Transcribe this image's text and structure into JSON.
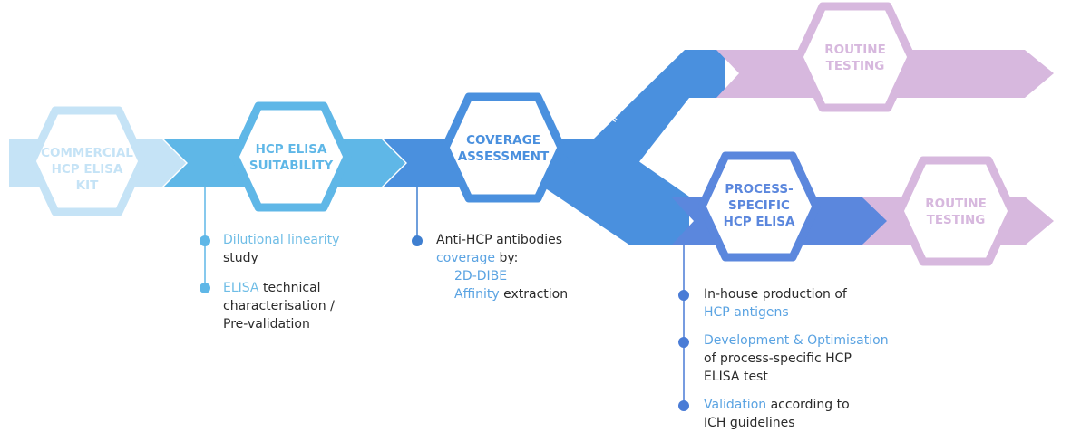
{
  "colors": {
    "commercial": "#c5e3f6",
    "suitability": "#5fb7e7",
    "coverage": "#4a90de",
    "process_specific": "#5b87dd",
    "routine": "#d7b8de",
    "bullet_suitability": "#5fb7e7",
    "bullet_coverage": "#3f7fd0",
    "bullet_process": "#4a7cd6"
  },
  "steps": {
    "commercial": [
      "COMMERCIAL",
      "HCP ELISA",
      "KIT"
    ],
    "suitability": [
      "HCP ELISA",
      "SUITABILITY"
    ],
    "coverage": [
      "COVERAGE",
      "ASSESSMENT"
    ],
    "routine_top": [
      "ROUTINE",
      "TESTING"
    ],
    "process_specific": [
      "PROCESS-",
      "SPECIFIC",
      "HCP ELISA"
    ],
    "routine_bottom": [
      "ROUTINE",
      "TESTING"
    ]
  },
  "branch_label": "If suitable",
  "notes": {
    "suitability": {
      "item1": {
        "hl": "Dilutional linearity",
        "rest": "study"
      },
      "item2": {
        "hl": "ELISA",
        "rest": " technical",
        "line2": "characterisation /",
        "line3": "Pre-validation"
      }
    },
    "coverage": {
      "line1": "Anti-HCP antibodies",
      "hl": "coverage",
      "rest": " by:",
      "sub1": "2D-DIBE",
      "sub2_hl": "Affinity",
      "sub2_rest": " extraction"
    },
    "process": {
      "item1": {
        "line1": "In-house production of",
        "hl": "HCP antigens"
      },
      "item2": {
        "hl": "Development & Optimisation",
        "line2": "of process-specific HCP",
        "line3": "ELISA test"
      },
      "item3": {
        "hl": "Validation",
        "rest": " according to",
        "line2": "ICH guidelines"
      }
    }
  }
}
